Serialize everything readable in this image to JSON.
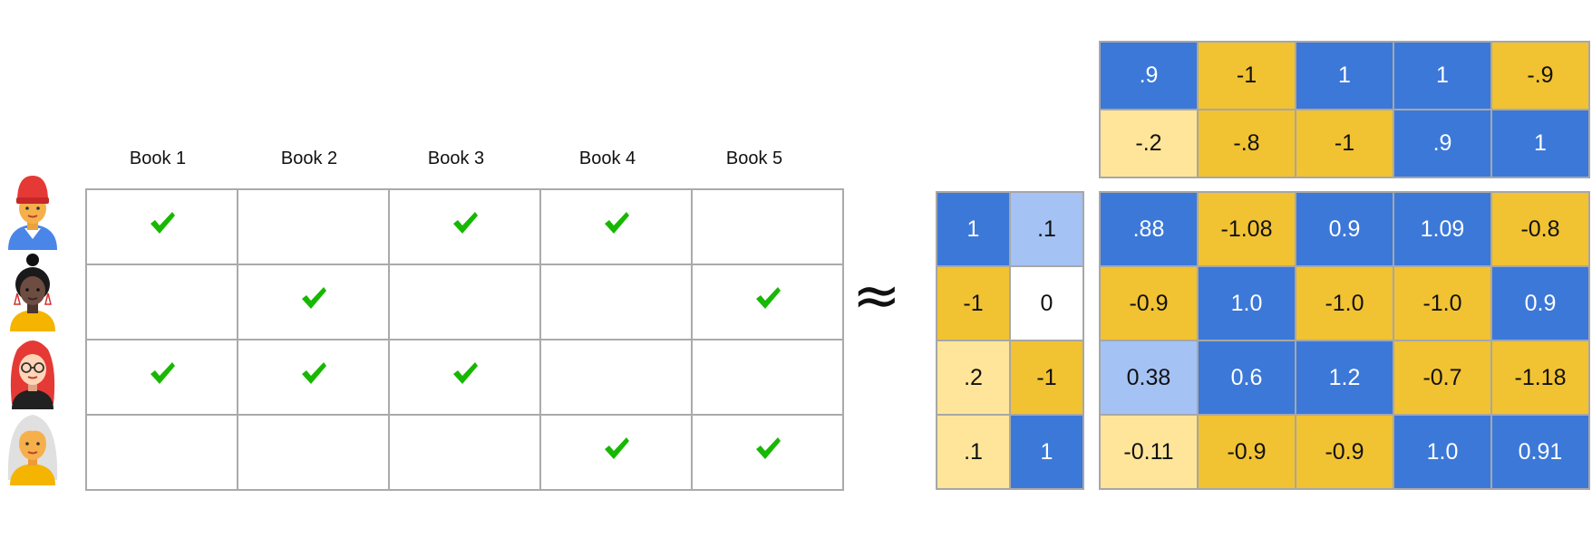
{
  "books": [
    "Book 1",
    "Book 2",
    "Book 3",
    "Book 4",
    "Book 5"
  ],
  "users": [
    {
      "avatar": "user-red-beanie-icon",
      "ratings": [
        true,
        false,
        true,
        true,
        false
      ]
    },
    {
      "avatar": "user-black-bun-icon",
      "ratings": [
        false,
        true,
        false,
        false,
        true
      ]
    },
    {
      "avatar": "user-red-hair-glasses-icon",
      "ratings": [
        true,
        true,
        true,
        false,
        false
      ]
    },
    {
      "avatar": "user-grey-hair-icon",
      "ratings": [
        false,
        false,
        false,
        true,
        true
      ]
    }
  ],
  "approx_symbol": "≈",
  "colors": {
    "blue": "#3c78d8",
    "gold": "#f1c232",
    "lightblue": "#a4c2f4",
    "lightgold": "#ffe599",
    "white": "#ffffff",
    "check": "#17b800"
  },
  "user_embeddings": [
    [
      {
        "v": "1",
        "c": "blue"
      },
      {
        "v": ".1",
        "c": "lightblue"
      }
    ],
    [
      {
        "v": "-1",
        "c": "gold"
      },
      {
        "v": "0",
        "c": "white"
      }
    ],
    [
      {
        "v": ".2",
        "c": "lightgold"
      },
      {
        "v": "-1",
        "c": "gold"
      }
    ],
    [
      {
        "v": ".1",
        "c": "lightgold"
      },
      {
        "v": "1",
        "c": "blue"
      }
    ]
  ],
  "item_embeddings": [
    [
      {
        "v": ".9",
        "c": "blue"
      },
      {
        "v": "-1",
        "c": "gold"
      },
      {
        "v": "1",
        "c": "blue"
      },
      {
        "v": "1",
        "c": "blue"
      },
      {
        "v": "-.9",
        "c": "gold"
      }
    ],
    [
      {
        "v": "-.2",
        "c": "lightgold"
      },
      {
        "v": "-.8",
        "c": "gold"
      },
      {
        "v": "-1",
        "c": "gold"
      },
      {
        "v": ".9",
        "c": "blue"
      },
      {
        "v": "1",
        "c": "blue"
      }
    ]
  ],
  "predicted": [
    [
      {
        "v": ".88",
        "c": "blue"
      },
      {
        "v": "-1.08",
        "c": "gold"
      },
      {
        "v": "0.9",
        "c": "blue"
      },
      {
        "v": "1.09",
        "c": "blue"
      },
      {
        "v": "-0.8",
        "c": "gold"
      }
    ],
    [
      {
        "v": "-0.9",
        "c": "gold"
      },
      {
        "v": "1.0",
        "c": "blue"
      },
      {
        "v": "-1.0",
        "c": "gold"
      },
      {
        "v": "-1.0",
        "c": "gold"
      },
      {
        "v": "0.9",
        "c": "blue"
      }
    ],
    [
      {
        "v": "0.38",
        "c": "lightblue"
      },
      {
        "v": "0.6",
        "c": "blue"
      },
      {
        "v": "1.2",
        "c": "blue"
      },
      {
        "v": "-0.7",
        "c": "gold"
      },
      {
        "v": "-1.18",
        "c": "gold"
      }
    ],
    [
      {
        "v": "-0.11",
        "c": "lightgold"
      },
      {
        "v": "-0.9",
        "c": "gold"
      },
      {
        "v": "-0.9",
        "c": "gold"
      },
      {
        "v": "1.0",
        "c": "blue"
      },
      {
        "v": "0.91",
        "c": "blue"
      }
    ]
  ]
}
